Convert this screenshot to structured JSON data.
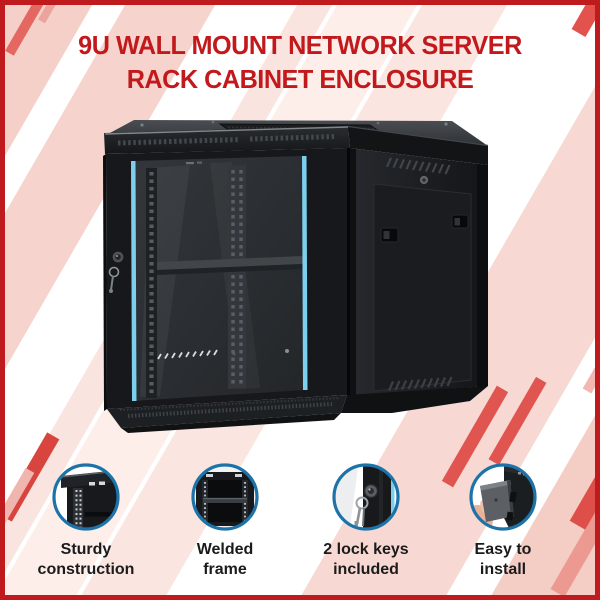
{
  "title": {
    "line1": "9U WALL MOUNT NETWORK SERVER",
    "line2": "RACK CABINET ENCLOSURE",
    "color": "#c2191d"
  },
  "product_image": {
    "alt": "Black 9U wall mount network server rack cabinet, three-quarter view, glass front door with blue edge strips, key lock, vented side panel",
    "body_color": "#17191b",
    "glass_accent_color": "#7ccfed"
  },
  "features": [
    {
      "icon": "rack-corner-icon",
      "line1": "Sturdy",
      "line2": "construction"
    },
    {
      "icon": "welded-frame-icon",
      "line1": "Welded",
      "line2": "frame"
    },
    {
      "icon": "lock-keys-icon",
      "line1": "2 lock keys",
      "line2": "included"
    },
    {
      "icon": "wall-mount-icon",
      "line1": "Easy to",
      "line2": "install"
    }
  ],
  "theme": {
    "border_red": "#bf1b1e",
    "accent_red": "#e15550",
    "stripe_pink": "#f6d4cd",
    "circle_ring_blue": "#1d72a8",
    "label_color": "#1b1b1b"
  }
}
